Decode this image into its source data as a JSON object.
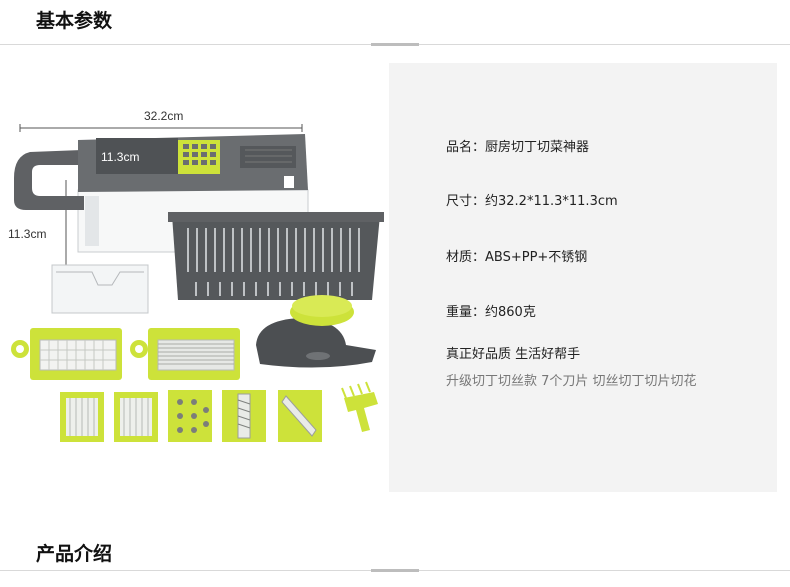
{
  "sections": {
    "basic_params": "基本参数",
    "product_intro": "产品介绍"
  },
  "specs": {
    "name": "品名：厨房切丁切菜神器",
    "size": "尺寸：约32.2*11.3*11.3cm",
    "material": "材质：ABS+PP+不锈钢",
    "weight": "重量：约860克",
    "slogan": "真正好品质 生活好帮手",
    "features": "升级切丁切丝款 7个刀片 切丝切丁切片切花"
  },
  "dimensions": {
    "length": "32.2cm",
    "width": "11.3cm",
    "height": "11.3cm"
  },
  "colors": {
    "accent_green": "#cde23a",
    "body_gray": "#5f6164",
    "dark_gray": "#3f4144"
  }
}
